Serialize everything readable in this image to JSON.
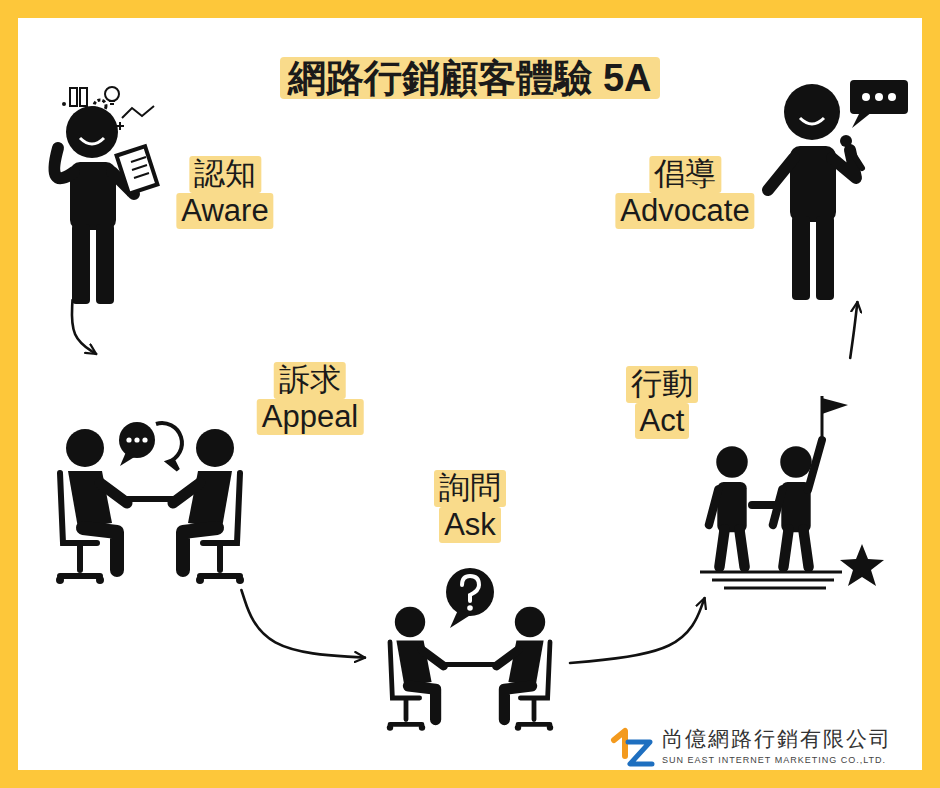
{
  "diagram": {
    "title": "網路行銷顧客體驗 5A",
    "nodes": [
      {
        "text": [
          "認知",
          "Aware"
        ]
      },
      {
        "text": [
          "訴求",
          "Appeal"
        ]
      },
      {
        "text": [
          "詢問",
          "Ask"
        ]
      },
      {
        "text": [
          "行動",
          "Act"
        ]
      },
      {
        "text": [
          "倡導",
          "Advocate"
        ]
      }
    ],
    "edges": [
      {
        "from": 0,
        "to": 1,
        "arrow": "to"
      },
      {
        "from": 1,
        "to": 2,
        "arrow": "to"
      },
      {
        "from": 2,
        "to": 3,
        "arrow": "to"
      },
      {
        "from": 3,
        "to": 4,
        "arrow": "to"
      }
    ],
    "labels": [
      "尚億網路行銷有限公司",
      "SUN EAST INTERNET MARKETING CO.,LTD."
    ]
  }
}
